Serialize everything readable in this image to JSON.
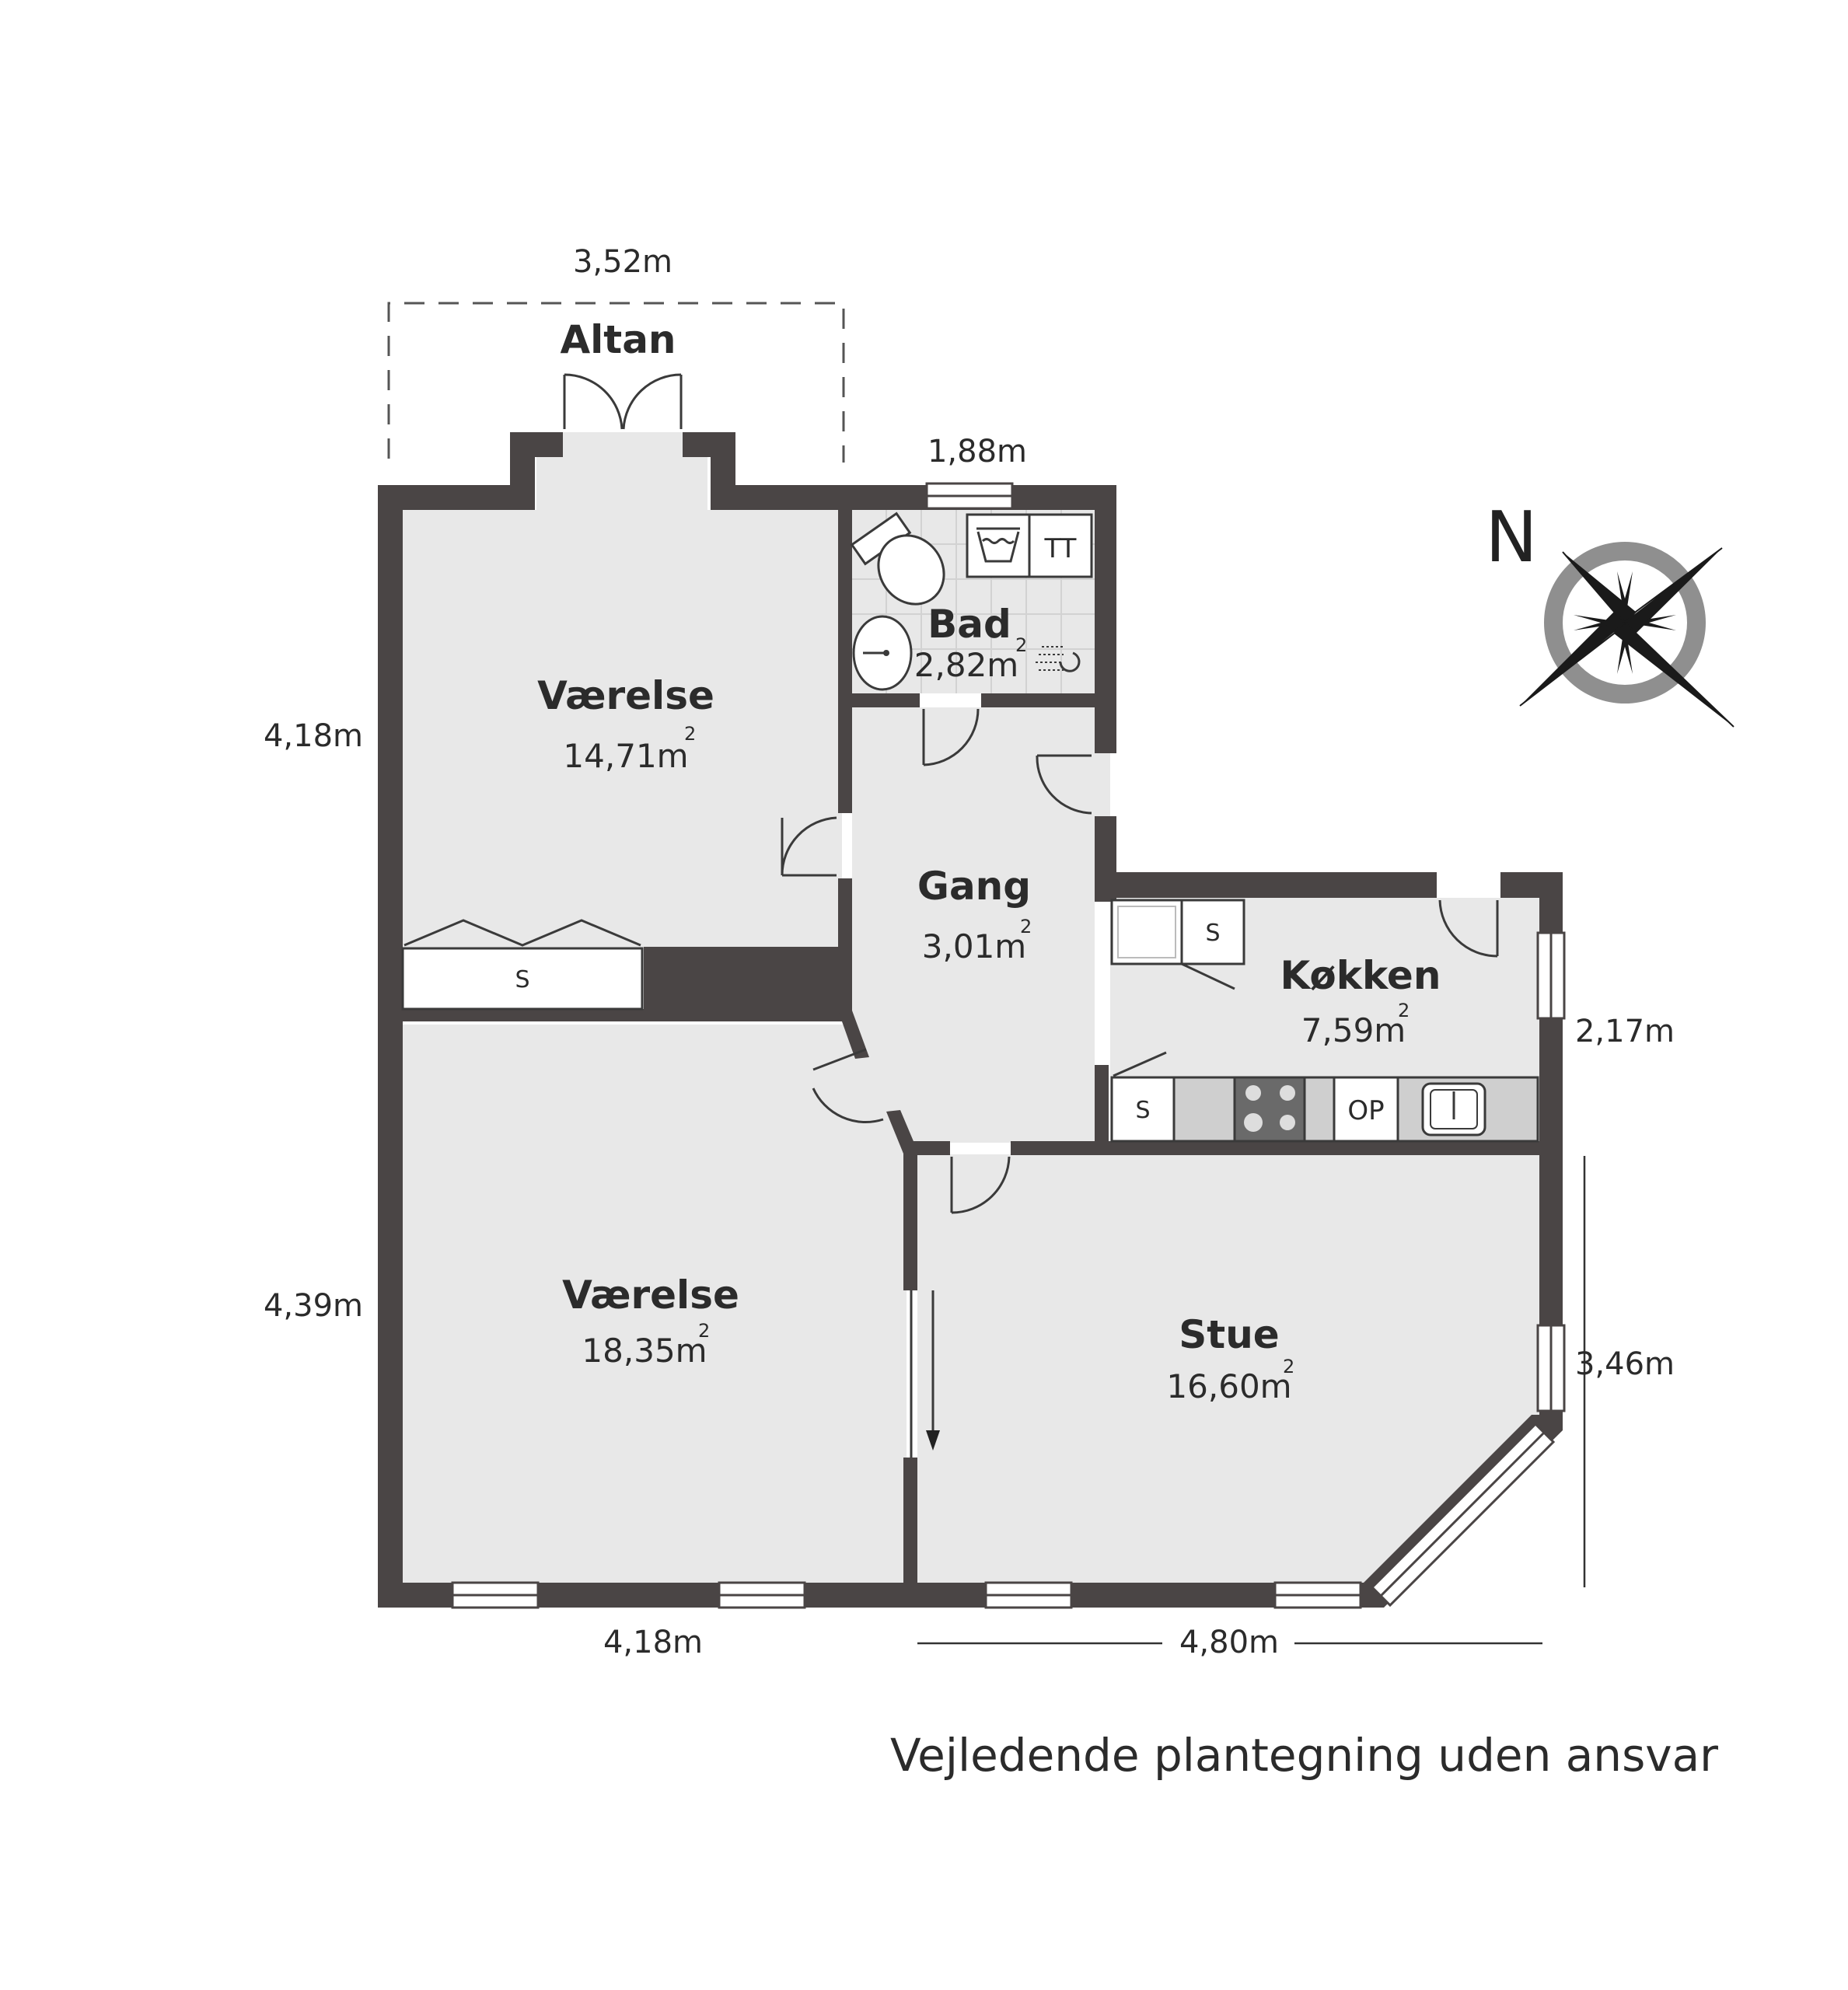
{
  "rooms": {
    "altan": {
      "name": "Altan"
    },
    "vaerelse_top": {
      "name": "Værelse",
      "area": "14,71m",
      "sup": "2"
    },
    "bad": {
      "name": "Bad",
      "area": "2,82m",
      "sup": "2"
    },
    "gang": {
      "name": "Gang",
      "area": "3,01m",
      "sup": "2"
    },
    "koekken": {
      "name": "Køkken",
      "area": "7,59m",
      "sup": "2"
    },
    "vaerelse_bottom": {
      "name": "Værelse",
      "area": "18,35m",
      "sup": "2"
    },
    "stue": {
      "name": "Stue",
      "area": "16,60m",
      "sup": "2"
    }
  },
  "dimensions": {
    "altan_width": "3,52m",
    "bad_width": "1,88m",
    "top_left_height": "4,18m",
    "bottom_left_height": "4,39m",
    "kitchen_height": "2,17m",
    "stue_height": "3,46m",
    "bottom_left_width": "4,18m",
    "bottom_right_width": "4,80m"
  },
  "fixtures": {
    "wardrobe_label": "S",
    "kitchen_cabinet_top": "S",
    "kitchen_cabinet_bottom": "S",
    "oven_label": "OP",
    "dryer_label": "TT"
  },
  "compass": {
    "label": "N",
    "icon": "compass-rose-icon"
  },
  "disclaimer": "Vejledende plantegning uden ansvar",
  "colors": {
    "wall": "#4a4545",
    "floor": "#e8e8e8",
    "compass_ring": "#8f8f8f"
  }
}
